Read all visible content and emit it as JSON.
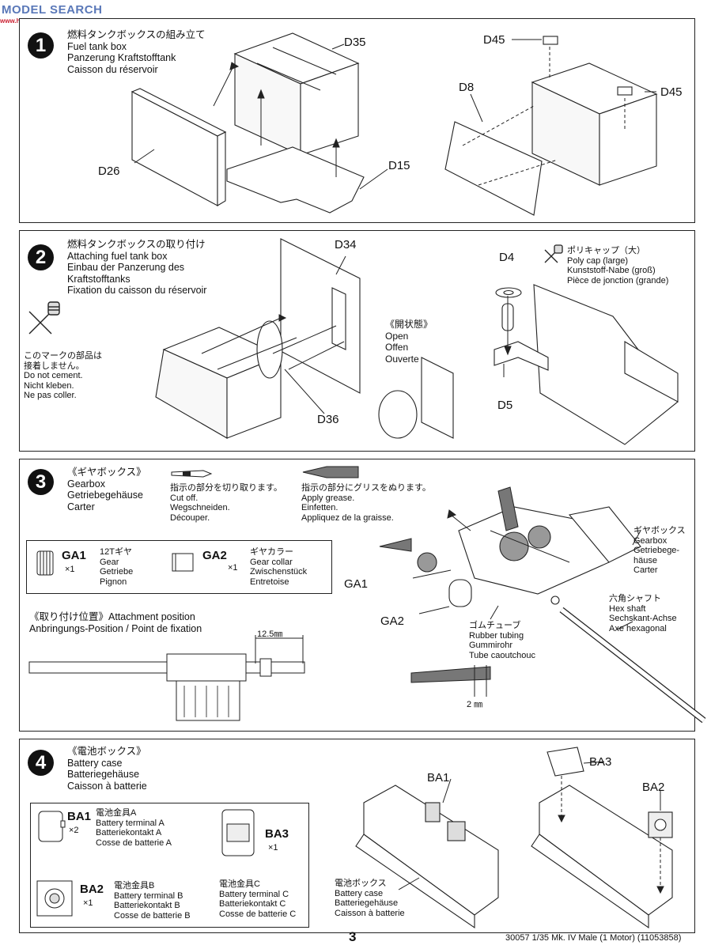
{
  "watermark": {
    "text": "MODEL SEARCH",
    "sub": "www.hlj.com"
  },
  "steps": [
    {
      "number": "1",
      "title_ja": "燃料タンクボックスの組み立て",
      "title_en": "Fuel tank box",
      "title_de": "Panzerung Kraftstofftank",
      "title_fr": "Caisson du réservoir",
      "parts": [
        "D35",
        "D26",
        "D15",
        "D45",
        "D8",
        "D45"
      ]
    },
    {
      "number": "2",
      "title_ja": "燃料タンクボックスの取り付け",
      "title_en": "Attaching fuel tank box",
      "title_de1": "Einbau der Panzerung des",
      "title_de2": "Kraftstofftanks",
      "title_fr": "Fixation du caisson du réservoir",
      "nocement_ja1": "このマークの部品は",
      "nocement_ja2": "接着しません。",
      "nocement_en": "Do not cement.",
      "nocement_de": "Nicht kleben.",
      "nocement_fr": "Ne pas coller.",
      "parts": [
        "D34",
        "D36",
        "D4",
        "D5"
      ],
      "open_ja": "《開状態》",
      "open_en": "Open",
      "open_de": "Offen",
      "open_fr": "Ouverte",
      "polycap_ja": "ポリキャップ（大）",
      "polycap_en": "Poly cap (large)",
      "polycap_de": "Kunststoff-Nabe (groß)",
      "polycap_fr": "Pièce de jonction (grande)"
    },
    {
      "number": "3",
      "title_ja": "《ギヤボックス》",
      "title_en": "Gearbox",
      "title_de": "Getriebegehäuse",
      "title_fr": "Carter",
      "cutoff_ja": "指示の部分を切り取ります。",
      "cutoff_en": "Cut off.",
      "cutoff_de": "Wegschneiden.",
      "cutoff_fr": "Découper.",
      "grease_ja": "指示の部分にグリスをぬります。",
      "grease_en": "Apply grease.",
      "grease_de": "Einfetten.",
      "grease_fr": "Appliquez de la graisse.",
      "ga1_code": "GA1",
      "ga1_qty": "×1",
      "ga1_ja": "12Tギヤ",
      "ga1_en": "Gear",
      "ga1_de": "Getriebe",
      "ga1_fr": "Pignon",
      "ga2_code": "GA2",
      "ga2_qty": "×1",
      "ga2_ja": "ギヤカラー",
      "ga2_en": "Gear collar",
      "ga2_de": "Zwischenstück",
      "ga2_fr": "Entretoise",
      "attach_1": "《取り付け位置》Attachment position",
      "attach_2": "Anbringungs-Position / Point de fixation",
      "dim_12": "12.5㎜",
      "gearbox_ja": "ギヤボックス",
      "gearbox_en": "Gearbox",
      "gearbox_de1": "Getriebege-",
      "gearbox_de2": "häuse",
      "gearbox_fr": "Carter",
      "hex_ja": "六角シャフト",
      "hex_en": "Hex shaft",
      "hex_de": "Sechskant-Achse",
      "hex_fr": "Axe hexagonal",
      "rubber_ja": "ゴムチューブ",
      "rubber_en": "Rubber tubing",
      "rubber_de": "Gummirohr",
      "rubber_fr": "Tube caoutchouc",
      "dim_2": "2 ㎜",
      "lbl_ga1": "GA1",
      "lbl_ga2": "GA2"
    },
    {
      "number": "4",
      "title_ja": "《電池ボックス》",
      "title_en": "Battery case",
      "title_de": "Batteriegehäuse",
      "title_fr": "Caisson à batterie",
      "ba1_code": "BA1",
      "ba1_qty": "×2",
      "ba1_ja": "電池金具A",
      "ba1_en": "Battery terminal A",
      "ba1_de": "Batteriekontakt A",
      "ba1_fr": "Cosse de batterie A",
      "ba2_code": "BA2",
      "ba2_qty": "×1",
      "ba2_ja": "電池金具B",
      "ba2_en": "Battery terminal B",
      "ba2_de": "Batteriekontakt B",
      "ba2_fr": "Cosse de batterie B",
      "ba3_code": "BA3",
      "ba3_qty": "×1",
      "ba3_ja": "電池金具C",
      "ba3_en": "Battery terminal C",
      "ba3_de": "Batteriekontakt C",
      "ba3_fr": "Cosse de batterie C",
      "case_ja": "電池ボックス",
      "case_en": "Battery case",
      "case_de": "Batteriegehäuse",
      "case_fr": "Caisson à batterie",
      "lbl_ba1": "BA1",
      "lbl_ba3": "BA3",
      "lbl_ba2": "BA2"
    }
  ],
  "footer": {
    "page": "3",
    "code": "30057  1/35 Mk. IV Male (1 Motor) (11053858)"
  }
}
